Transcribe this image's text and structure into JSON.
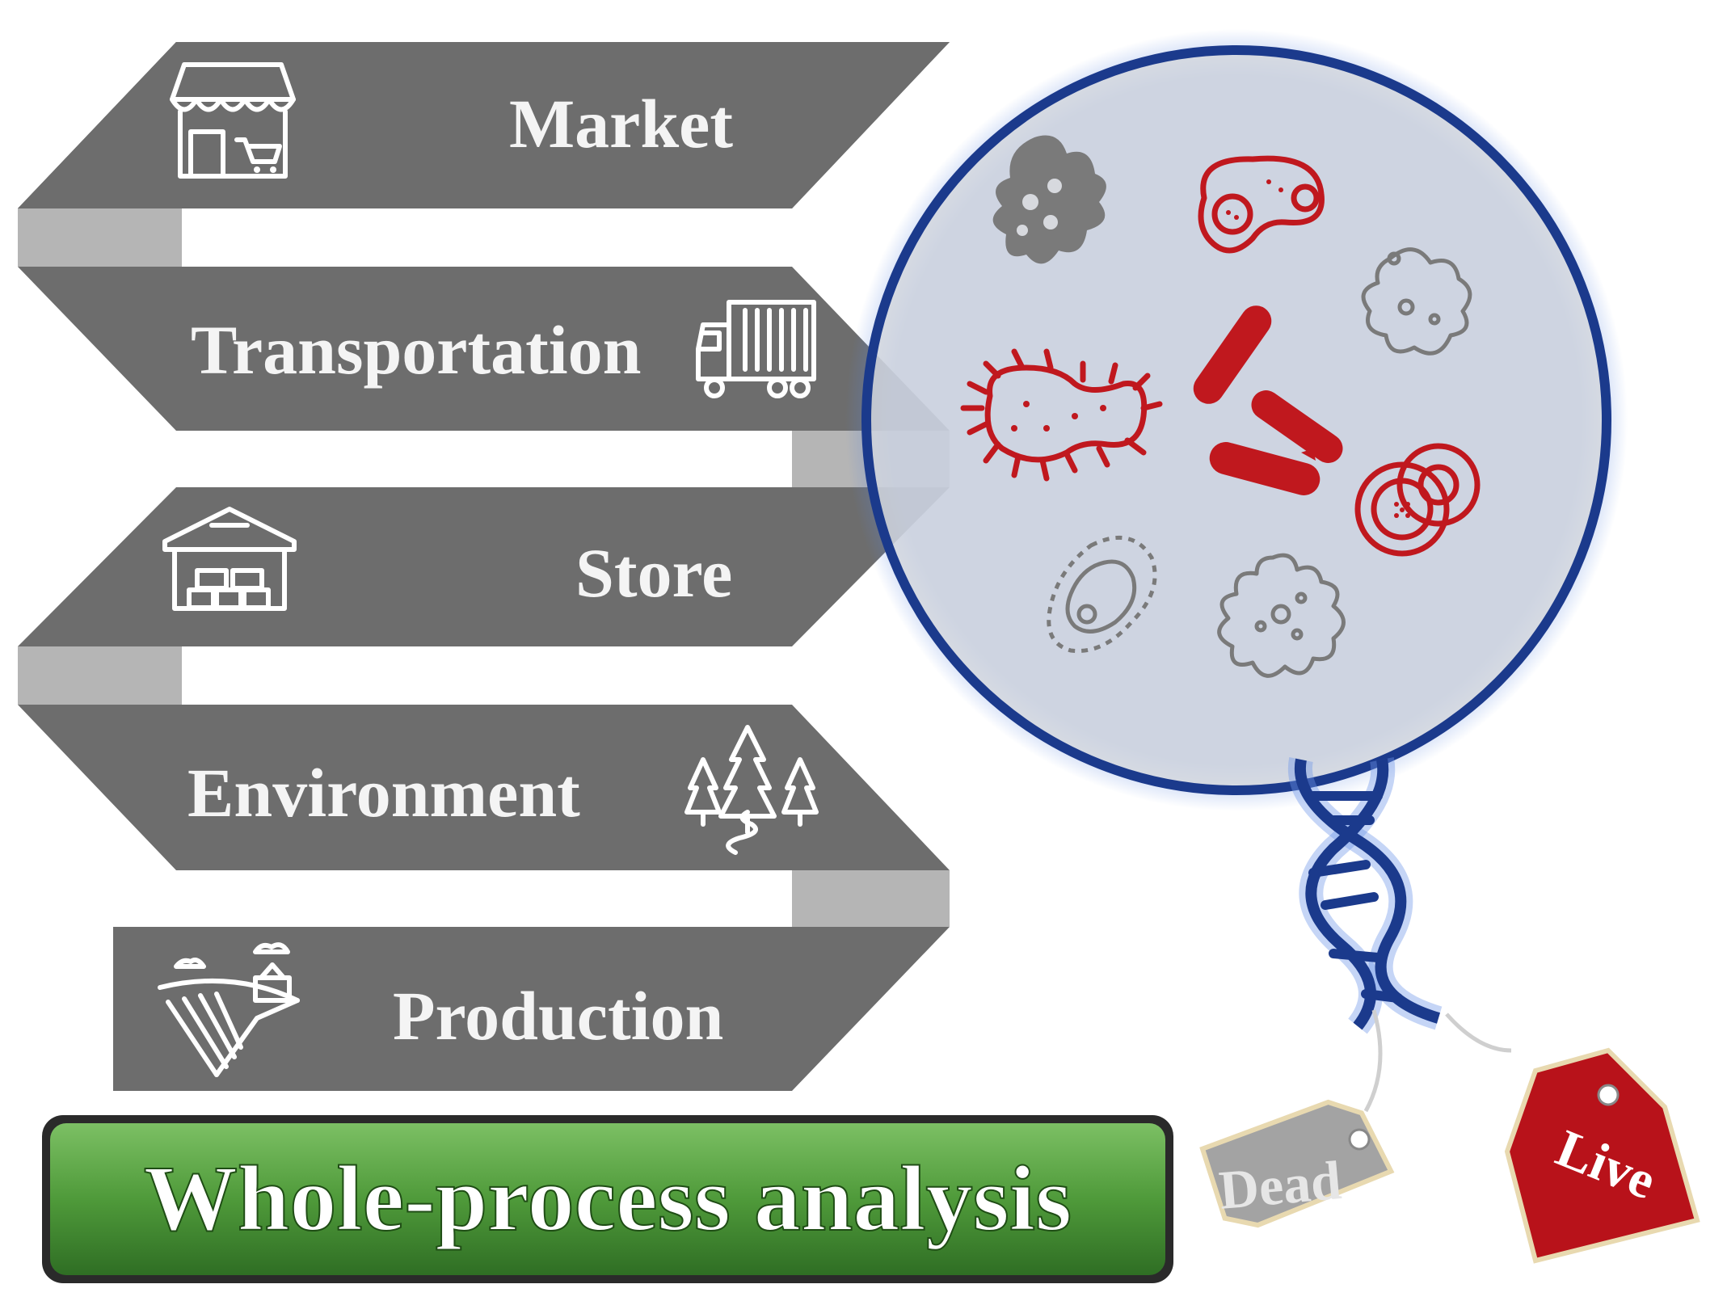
{
  "stages": [
    {
      "label": "Market",
      "icon": "market-icon"
    },
    {
      "label": "Transportation",
      "icon": "truck-icon"
    },
    {
      "label": "Store",
      "icon": "warehouse-icon"
    },
    {
      "label": "Environment",
      "icon": "forest-icon"
    },
    {
      "label": "Production",
      "icon": "farm-production-icon"
    }
  ],
  "banner": {
    "label": "Whole-process analysis"
  },
  "tags": {
    "dead": "Dead",
    "live": "Live"
  },
  "colors": {
    "ribbon": "#6d6d6d",
    "ribbon_fold": "#b3b3b3",
    "banner": "#4e9a3a",
    "lens_ring": "#1b3a8c",
    "pathogen": "#c0181e",
    "nonpathogen": "#7a7a7a",
    "dead_tag": "#9a9a9a",
    "live_tag": "#b8121a"
  }
}
